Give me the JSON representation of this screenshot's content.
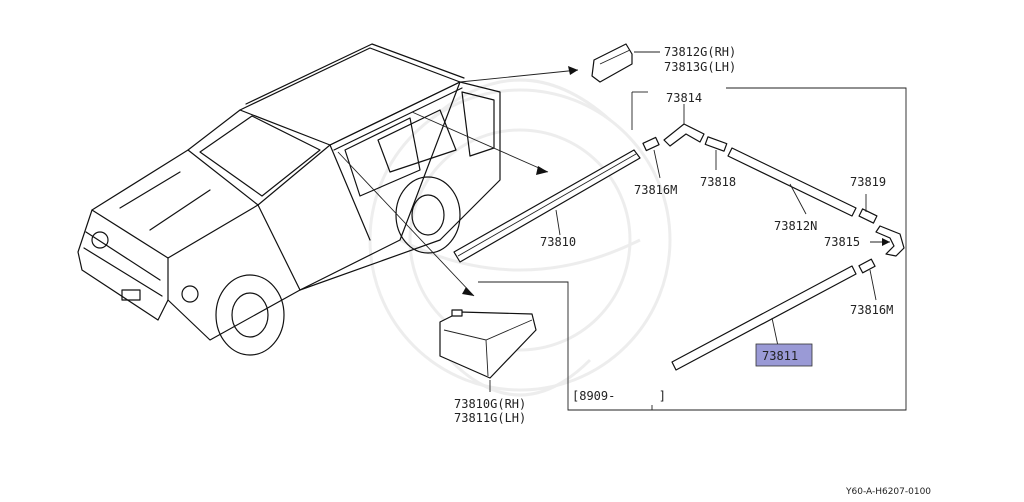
{
  "callouts": {
    "c_73812G_rh": "73812G(RH)",
    "c_73813G_lh": "73813G(LH)",
    "c_73814": "73814",
    "c_73816M_a": "73816M",
    "c_73818": "73818",
    "c_73819": "73819",
    "c_73812N": "73812N",
    "c_73815": "73815",
    "c_73810": "73810",
    "c_73816M_b": "73816M",
    "c_73811": "73811",
    "c_73810G_rh": "73810G(RH)",
    "c_73811G_lh": "73811G(LH)",
    "date_range": "[8909-      ]"
  },
  "footer_code": "Y60-A-H6207-0100",
  "colors": {
    "highlight_fill": "#9a9ad6",
    "line": "#111111"
  }
}
